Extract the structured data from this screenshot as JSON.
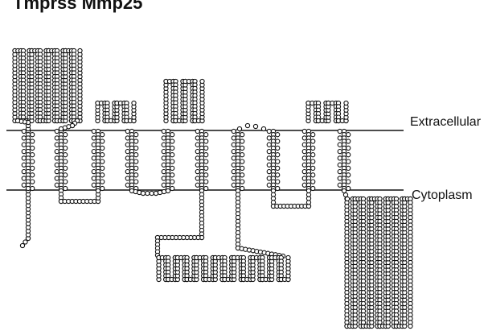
{
  "title": "Tmprss Mmp25",
  "labels": {
    "extracellular": "Extracellular",
    "cytoplasm": "Cytoplasm"
  },
  "colors": {
    "bead_stroke": "#111111",
    "bead_fill": "#ffffff",
    "membrane": "#111111",
    "text": "#111111"
  },
  "topology": {
    "transmembrane_helices": 10,
    "n_terminus": "cytoplasm",
    "c_terminus": "cytoplasm"
  }
}
